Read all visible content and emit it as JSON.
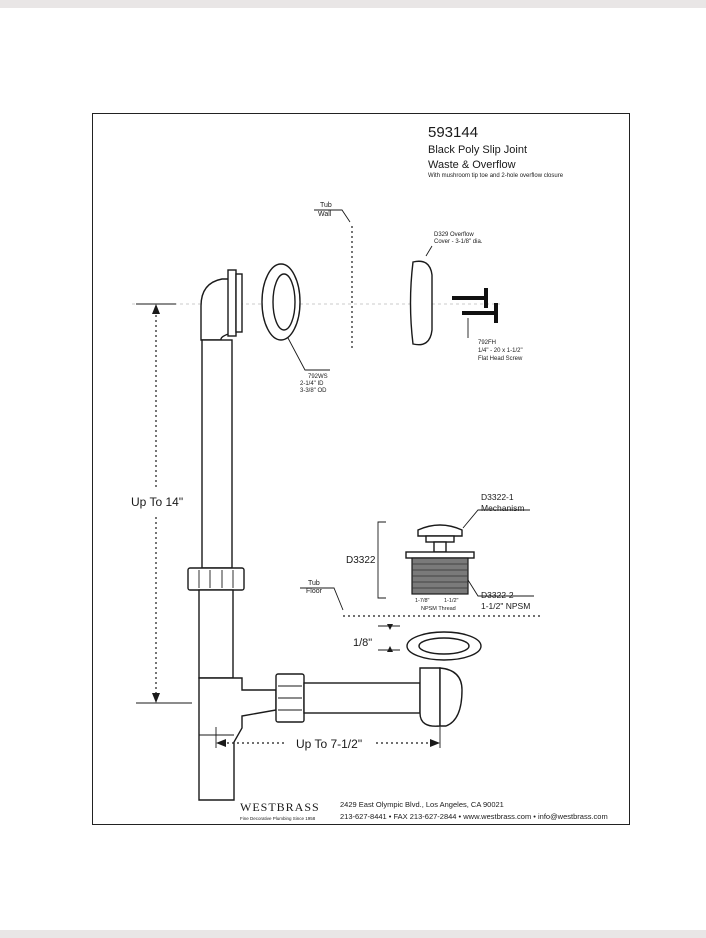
{
  "header": {
    "model": "593144",
    "title_line1": "Black Poly Slip Joint",
    "title_line2": "Waste & Overflow",
    "subtitle": "With mushroom tip toe and 2-hole overflow closure"
  },
  "labels": {
    "tub_wall_1": "Tub",
    "tub_wall_2": "Wall",
    "overflow_cover_1": "D329 Overflow",
    "overflow_cover_2": "Cover - 3-1/8\" dia.",
    "screw_1": "792FH",
    "screw_2": "1/4\" - 20 x 1-1/2\"",
    "screw_3": "Flat Head Screw",
    "washer_1": "792WS",
    "washer_2": "2-1/4\" ID",
    "washer_3": "3-3/8\" OD",
    "mech_1": "D3322-1",
    "mech_2": "Mechanism",
    "d3322": "D3322",
    "tub_floor_1": "Tub",
    "tub_floor_2": "Floor",
    "thread_a": "1-7/8\"",
    "thread_b": "1-1/2\"",
    "npsm_thread": "NPSM Thread",
    "body_1": "D3322-2",
    "body_2": "1-1/2\" NPSM",
    "gasket_gap": "1/8\"",
    "dim_height": "Up To 14\"",
    "dim_width": "Up To 7-1/2\""
  },
  "footer": {
    "brand": "WESTBRASS",
    "tagline": "Fine Decorative Plumbing Since 1958",
    "address": "2429 East Olympic Blvd., Los Angeles, CA  90021",
    "contact": "213-627-8441 • FAX 213-627-2844 • www.westbrass.com • info@westbrass.com"
  }
}
